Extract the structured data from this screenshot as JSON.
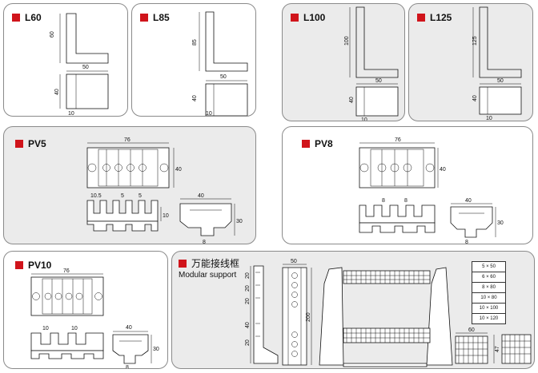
{
  "panels": {
    "l60": {
      "title": "L60",
      "dim_height": "60",
      "dim_width": "50",
      "dim_depth": "40",
      "dim_thick": "10"
    },
    "l85": {
      "title": "L85",
      "dim_height": "85",
      "dim_width": "50",
      "dim_depth": "40",
      "dim_thick": "10"
    },
    "l100": {
      "title": "L100",
      "dim_height": "100",
      "dim_width": "50",
      "dim_depth": "40",
      "dim_thick": "10"
    },
    "l125": {
      "title": "L125",
      "dim_height": "125",
      "dim_width": "50",
      "dim_depth": "40",
      "dim_thick": "10"
    },
    "pv5": {
      "title": "PV5",
      "dim_length": "76",
      "dim_height": "40",
      "dim_slot_a": "10.5",
      "dim_slot_b": "5",
      "dim_slot_c": "5",
      "dim_side": "10",
      "dim_end_width": "40",
      "dim_end_height": "30",
      "dim_end_gap": "8"
    },
    "pv8": {
      "title": "PV8",
      "dim_length": "76",
      "dim_height": "40",
      "dim_slot_a": "8",
      "dim_slot_b": "8",
      "dim_end_width": "40",
      "dim_end_height": "30",
      "dim_end_gap": "8"
    },
    "pv10": {
      "title": "PV10",
      "dim_length": "76",
      "dim_slot_a": "10",
      "dim_slot_b": "10",
      "dim_end_width": "40",
      "dim_end_height": "30",
      "dim_end_gap": "8"
    },
    "modular": {
      "title_cn": "万能接线框",
      "title_en": "Modular support",
      "left_dims": [
        "20",
        "20",
        "20",
        "40",
        "20"
      ],
      "column_width": "50",
      "column_height": "200",
      "small_width": "60",
      "small_height": "47",
      "sizes": [
        "5 × 50",
        "6 × 60",
        "8 × 80",
        "10 × 80",
        "10 × 100",
        "10 × 120"
      ]
    }
  },
  "colors": {
    "accent": "#d0141b",
    "panel_grey": "#ebebeb",
    "line": "#111111"
  }
}
